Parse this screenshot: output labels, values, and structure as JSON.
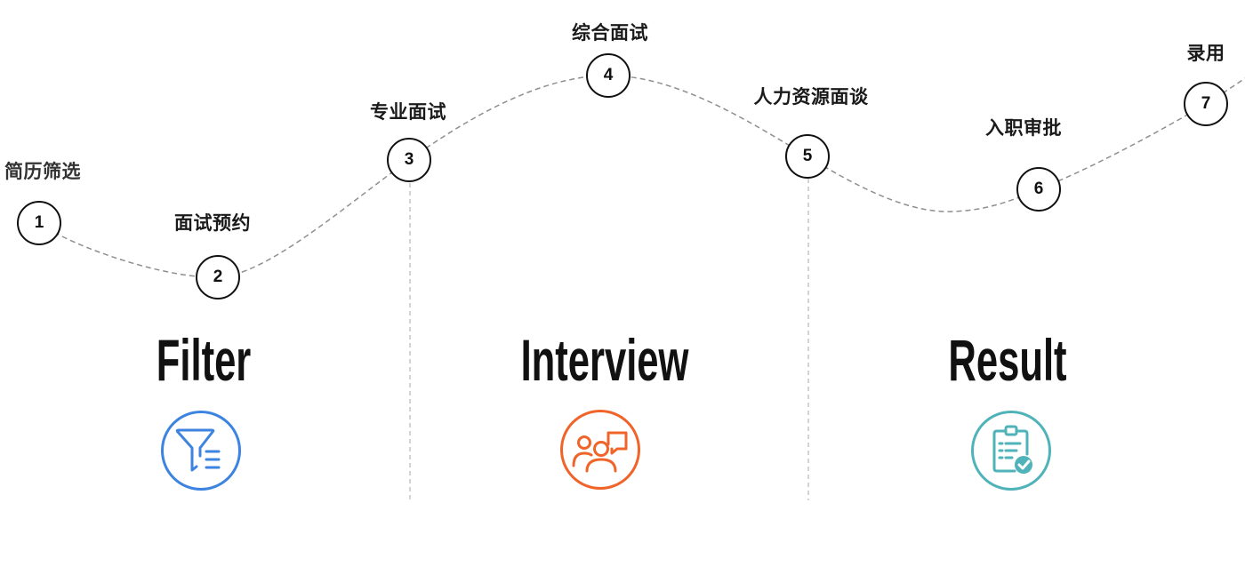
{
  "steps": [
    {
      "number": "1",
      "label": "简历筛选"
    },
    {
      "number": "2",
      "label": "面试预约"
    },
    {
      "number": "3",
      "label": "专业面试"
    },
    {
      "number": "4",
      "label": "综合面试"
    },
    {
      "number": "5",
      "label": "人力资源面谈"
    },
    {
      "number": "6",
      "label": "入职审批"
    },
    {
      "number": "7",
      "label": "录用"
    }
  ],
  "sections": [
    {
      "title": "Filter",
      "icon": "filter-funnel-icon"
    },
    {
      "title": "Interview",
      "icon": "interview-chat-icon"
    },
    {
      "title": "Result",
      "icon": "clipboard-check-icon"
    }
  ],
  "colors": {
    "curve": "#8f8f8f",
    "divider": "#a8a8a8",
    "filter": "#3d83e0",
    "interview": "#f0642a",
    "result": "#4fb3b9"
  }
}
